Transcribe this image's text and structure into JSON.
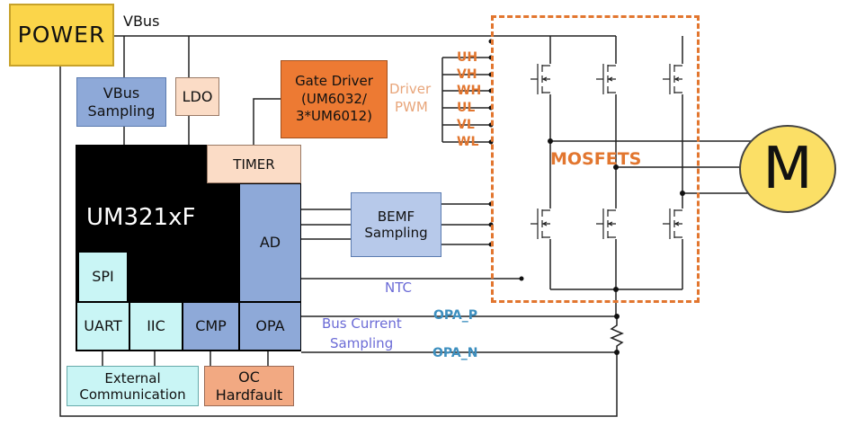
{
  "power": "POWER",
  "vbus_label": "VBus",
  "vbus_sampling": "VBus Sampling",
  "ldo": "LDO",
  "gate_driver": {
    "line1": "Gate Driver",
    "line2": "(UM6032/",
    "line3": "3*UM6012)"
  },
  "driver_label": "Driver",
  "pwm_label": "PWM",
  "pwm_signals": [
    "UH",
    "VH",
    "WH",
    "UL",
    "VL",
    "WL"
  ],
  "mcu": {
    "name": "UM321xF",
    "timer": "TIMER",
    "ad": "AD",
    "spi": "SPI",
    "uart": "UART",
    "iic": "IIC",
    "cmp": "CMP",
    "opa": "OPA"
  },
  "external_comm": {
    "line1": "External",
    "line2": "Communication"
  },
  "oc_hardfault": {
    "line1": "OC",
    "line2": "Hardfault"
  },
  "bemf": {
    "line1": "BEMF",
    "line2": "Sampling"
  },
  "ntc": "NTC",
  "bus_current": {
    "line1": "Bus Current",
    "line2": "Sampling"
  },
  "opa_p": "OPA_P",
  "opa_n": "OPA_N",
  "mosfets": "MOSFETS",
  "motor": "M",
  "colors": {
    "power": "#fbd54a",
    "sampling_blue": "#8ea9d8",
    "gate_driver": "#ed7a33",
    "peach": "#fbdcc6",
    "cyan": "#c9f5f5",
    "mosfets_frame": "#e2762f",
    "motor": "#fbdf66",
    "mcu": "#000000",
    "signal_orange": "#e2762f",
    "signal_blue": "#3d8fbf",
    "signal_purple": "#6b6bd6"
  }
}
